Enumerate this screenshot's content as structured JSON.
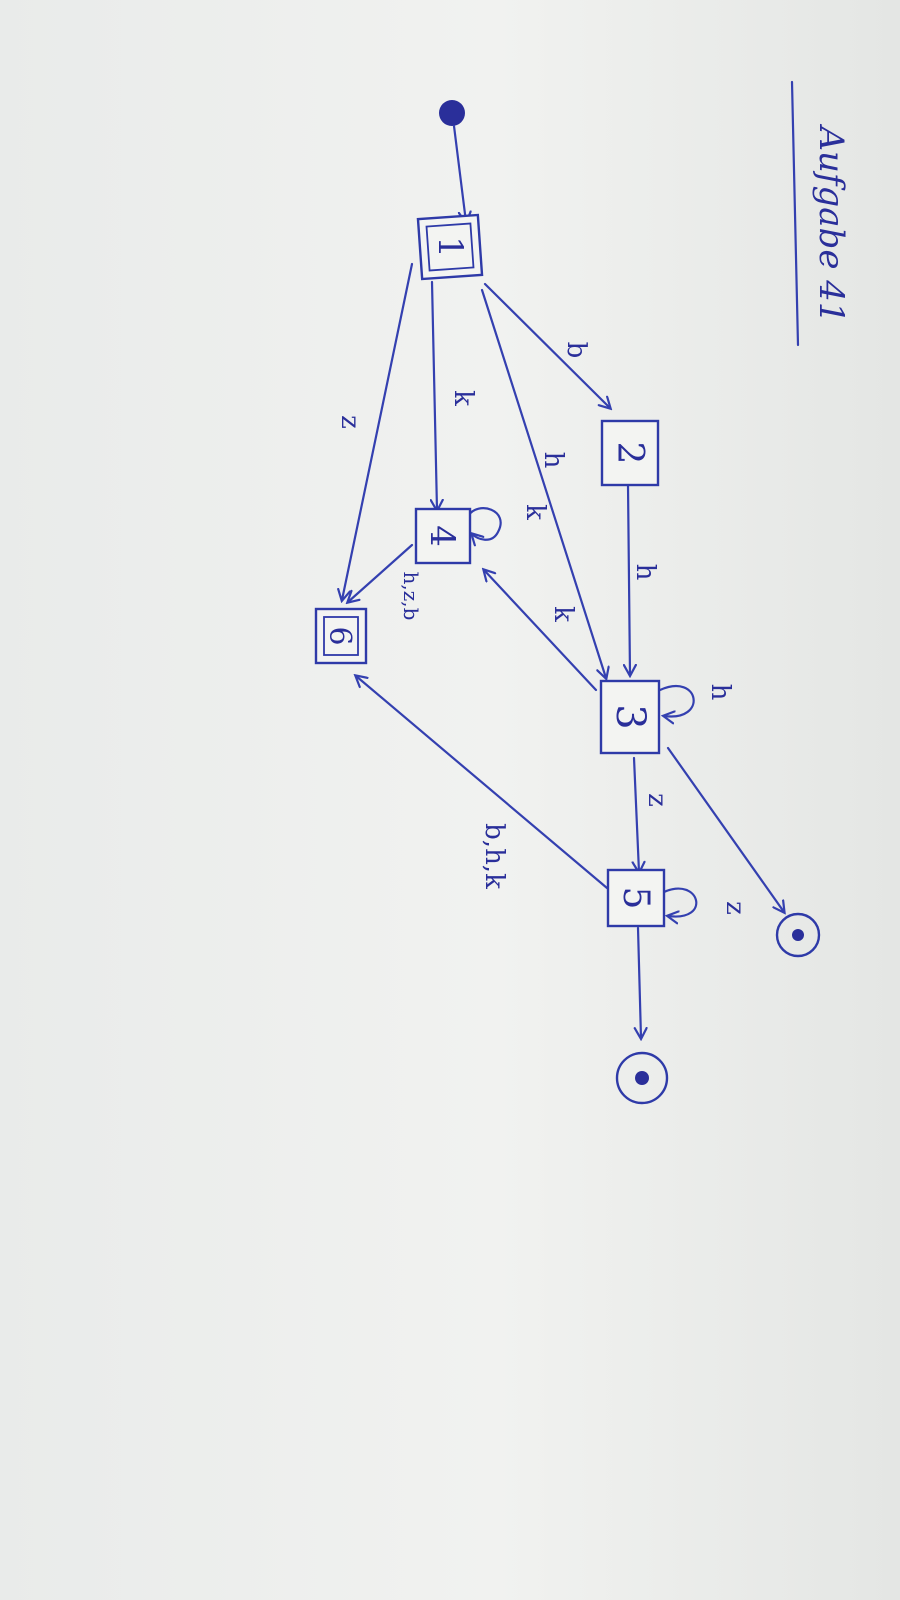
{
  "title": "Aufgabe 41",
  "colors": {
    "ink": "#3440b0",
    "paper": "#f1f2f0"
  },
  "states": [
    {
      "id": "1",
      "label": "1"
    },
    {
      "id": "2",
      "label": "2"
    },
    {
      "id": "3",
      "label": "3"
    },
    {
      "id": "4",
      "label": "4"
    },
    {
      "id": "5",
      "label": "5"
    },
    {
      "id": "6",
      "label": "6"
    }
  ],
  "start_state": "1",
  "final_states": [
    "3",
    "5"
  ],
  "transitions": [
    {
      "from": "1",
      "to": "2",
      "label": "b"
    },
    {
      "from": "1",
      "to": "3",
      "label": "h"
    },
    {
      "from": "1",
      "to": "4",
      "label": "k"
    },
    {
      "from": "1",
      "to": "6",
      "label": "z"
    },
    {
      "from": "2",
      "to": "3",
      "label": "h"
    },
    {
      "from": "3",
      "to": "3",
      "label": "h"
    },
    {
      "from": "3",
      "to": "4",
      "label": "k"
    },
    {
      "from": "3",
      "to": "5",
      "label": "z"
    },
    {
      "from": "4",
      "to": "4",
      "label": "k"
    },
    {
      "from": "4",
      "to": "6",
      "label": "h,z,b"
    },
    {
      "from": "5",
      "to": "5",
      "label": "z"
    },
    {
      "from": "5",
      "to": "6",
      "label": "b,h,k"
    }
  ]
}
